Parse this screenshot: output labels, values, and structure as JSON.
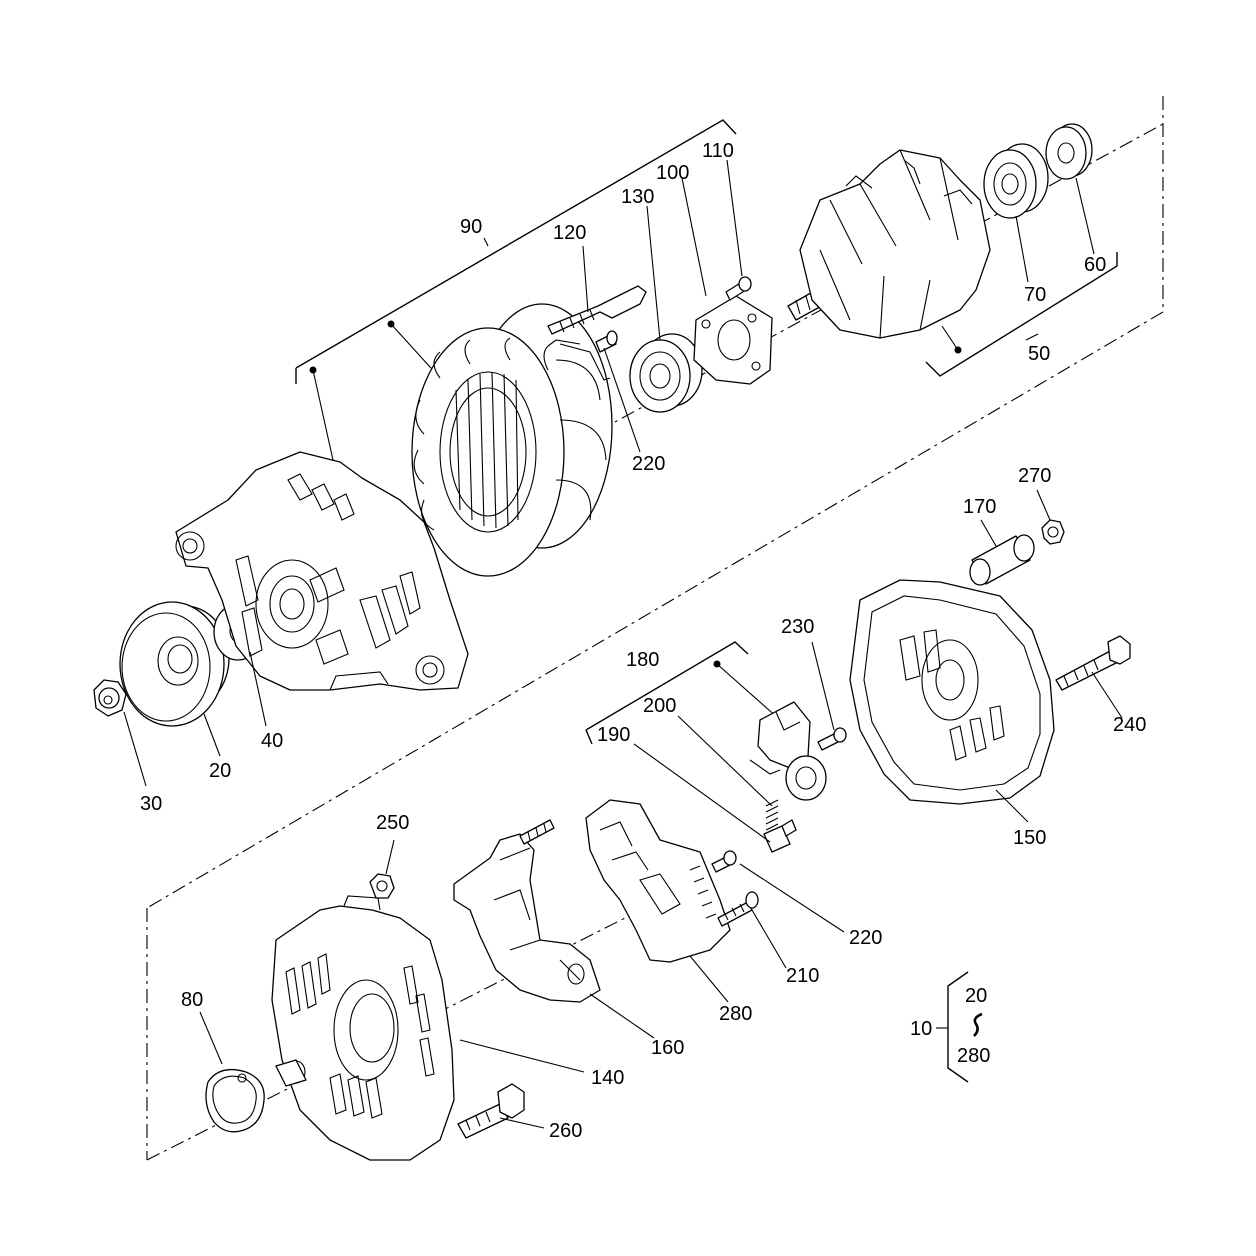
{
  "diagram": {
    "callouts": {
      "c10": "10",
      "c20": "20",
      "c30": "30",
      "c40": "40",
      "c50": "50",
      "c60": "60",
      "c70": "70",
      "c80": "80",
      "c90": "90",
      "c100": "100",
      "c110": "110",
      "c120": "120",
      "c130": "130",
      "c140": "140",
      "c150": "150",
      "c160": "160",
      "c170": "170",
      "c180": "180",
      "c190": "190",
      "c200": "200",
      "c210": "210",
      "c220a": "220",
      "c220b": "220",
      "c230": "230",
      "c240": "240",
      "c250": "250",
      "c260": "260",
      "c270": "270",
      "c280": "280"
    },
    "range_legend": {
      "assembly": "10",
      "from": "20",
      "to": "280",
      "separator": "∿"
    }
  }
}
